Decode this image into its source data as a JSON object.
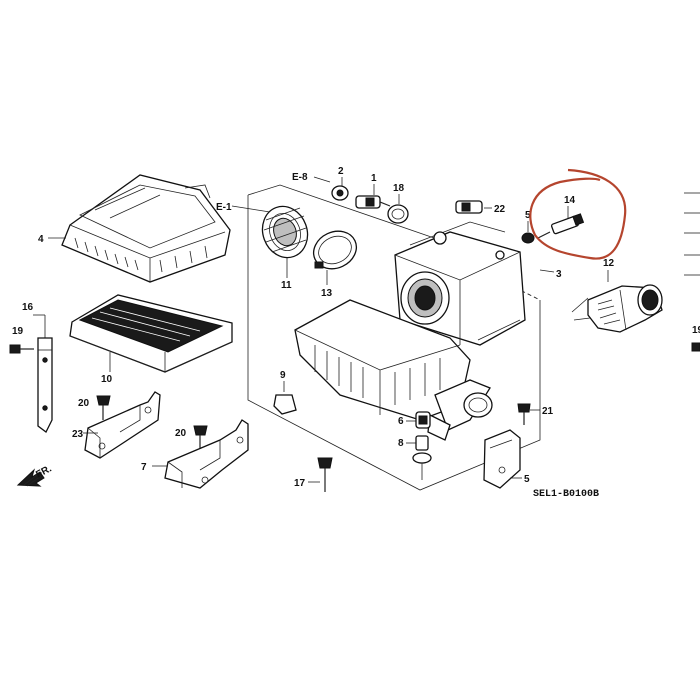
{
  "diagram": {
    "code": "SEL1-B0100B",
    "direction_label": "FR.",
    "callouts": {
      "c1": "1",
      "c2": "2",
      "c3": "3",
      "c4": "4",
      "c5a": "5",
      "c5b": "5",
      "c6": "6",
      "c7": "7",
      "c8": "8",
      "c9": "9",
      "c10": "10",
      "c11": "11",
      "c12": "12",
      "c13": "13",
      "c14": "14",
      "c16": "16",
      "c17": "17",
      "c18": "18",
      "c19a": "19",
      "c19b": "19",
      "c20a": "20",
      "c20b": "20",
      "c21": "21",
      "c22": "22",
      "c23": "23"
    },
    "refs": {
      "e1": "E-1",
      "e8": "E-8"
    },
    "highlight_color": "#b5452e"
  }
}
